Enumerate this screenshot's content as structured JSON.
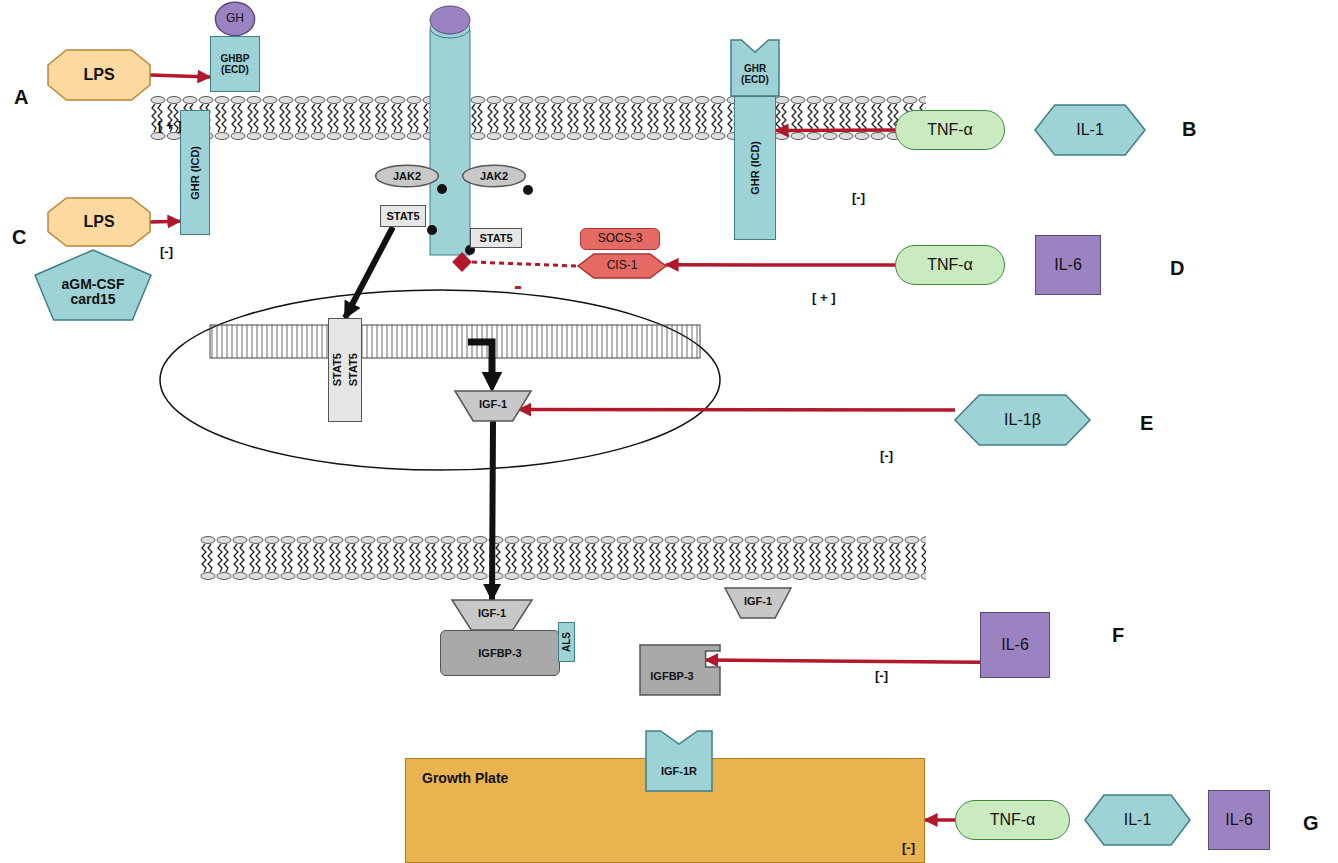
{
  "diagram": {
    "nodes": [
      {
        "text": [
          "GH"
        ]
      },
      {
        "text": [
          "GHBP (ECD)"
        ]
      },
      {
        "text": [
          "LPS"
        ]
      },
      {
        "text": [
          "GHR (ICD)"
        ]
      },
      {
        "text": [
          "JAK2"
        ]
      },
      {
        "text": [
          "JAK2"
        ]
      },
      {
        "text": [
          "STAT5"
        ]
      },
      {
        "text": [
          "STAT5"
        ]
      },
      {
        "text": [
          "GHR (ECD)"
        ]
      },
      {
        "text": [
          "GHR (ICD)"
        ]
      },
      {
        "text": [
          "TNF-α"
        ]
      },
      {
        "text": [
          "IL-1"
        ]
      },
      {
        "text": [
          "LPS"
        ]
      },
      {
        "text": [
          "aGM-CSF card15"
        ]
      },
      {
        "text": [
          "SOCS-3"
        ]
      },
      {
        "text": [
          "CIS-1"
        ]
      },
      {
        "text": [
          "TNF-α"
        ]
      },
      {
        "text": [
          "IL-6"
        ]
      },
      {
        "text": [
          "STAT5",
          "STAT5"
        ]
      },
      {
        "text": [
          "IGF-1"
        ]
      },
      {
        "text": [
          "IL-1β"
        ]
      },
      {
        "text": [
          "IGF-1"
        ]
      },
      {
        "text": [
          "IGFBP-3"
        ]
      },
      {
        "text": [
          "ALS"
        ]
      },
      {
        "text": [
          "IGF-1"
        ]
      },
      {
        "text": [
          "IGFBP-3"
        ]
      },
      {
        "text": [
          "IL-6"
        ]
      },
      {
        "text": [
          "Growth Plate"
        ]
      },
      {
        "text": [
          "IGF-1R"
        ],
        "in": 27
      },
      {
        "text": [
          "TNF-α"
        ]
      },
      {
        "text": [
          "IL-1"
        ]
      },
      {
        "text": [
          "IL-6"
        ]
      }
    ],
    "edges": [
      {
        "from": 2,
        "to": 1,
        "arrow": "to"
      },
      {
        "from": 12,
        "to": 3,
        "arrow": "to"
      },
      {
        "from": 10,
        "to": 9,
        "arrow": "to"
      },
      {
        "from": 16,
        "to": 15,
        "arrow": "to"
      },
      {
        "from": 6,
        "to": 18,
        "arrow": "to"
      },
      {
        "from": 19,
        "to": 21,
        "arrow": "to"
      },
      {
        "from": 20,
        "to": 19,
        "arrow": "to"
      },
      {
        "from": 26,
        "to": 25,
        "arrow": "to"
      },
      {
        "from": 29,
        "to": 27,
        "arrow": "to"
      }
    ],
    "labels": [
      "A",
      "[ + ]",
      "C",
      "[-]",
      "B",
      "[-]",
      "D",
      "[ + ]",
      "-",
      "E",
      "[-]",
      "F",
      "[-]",
      "G",
      "[-]"
    ]
  }
}
